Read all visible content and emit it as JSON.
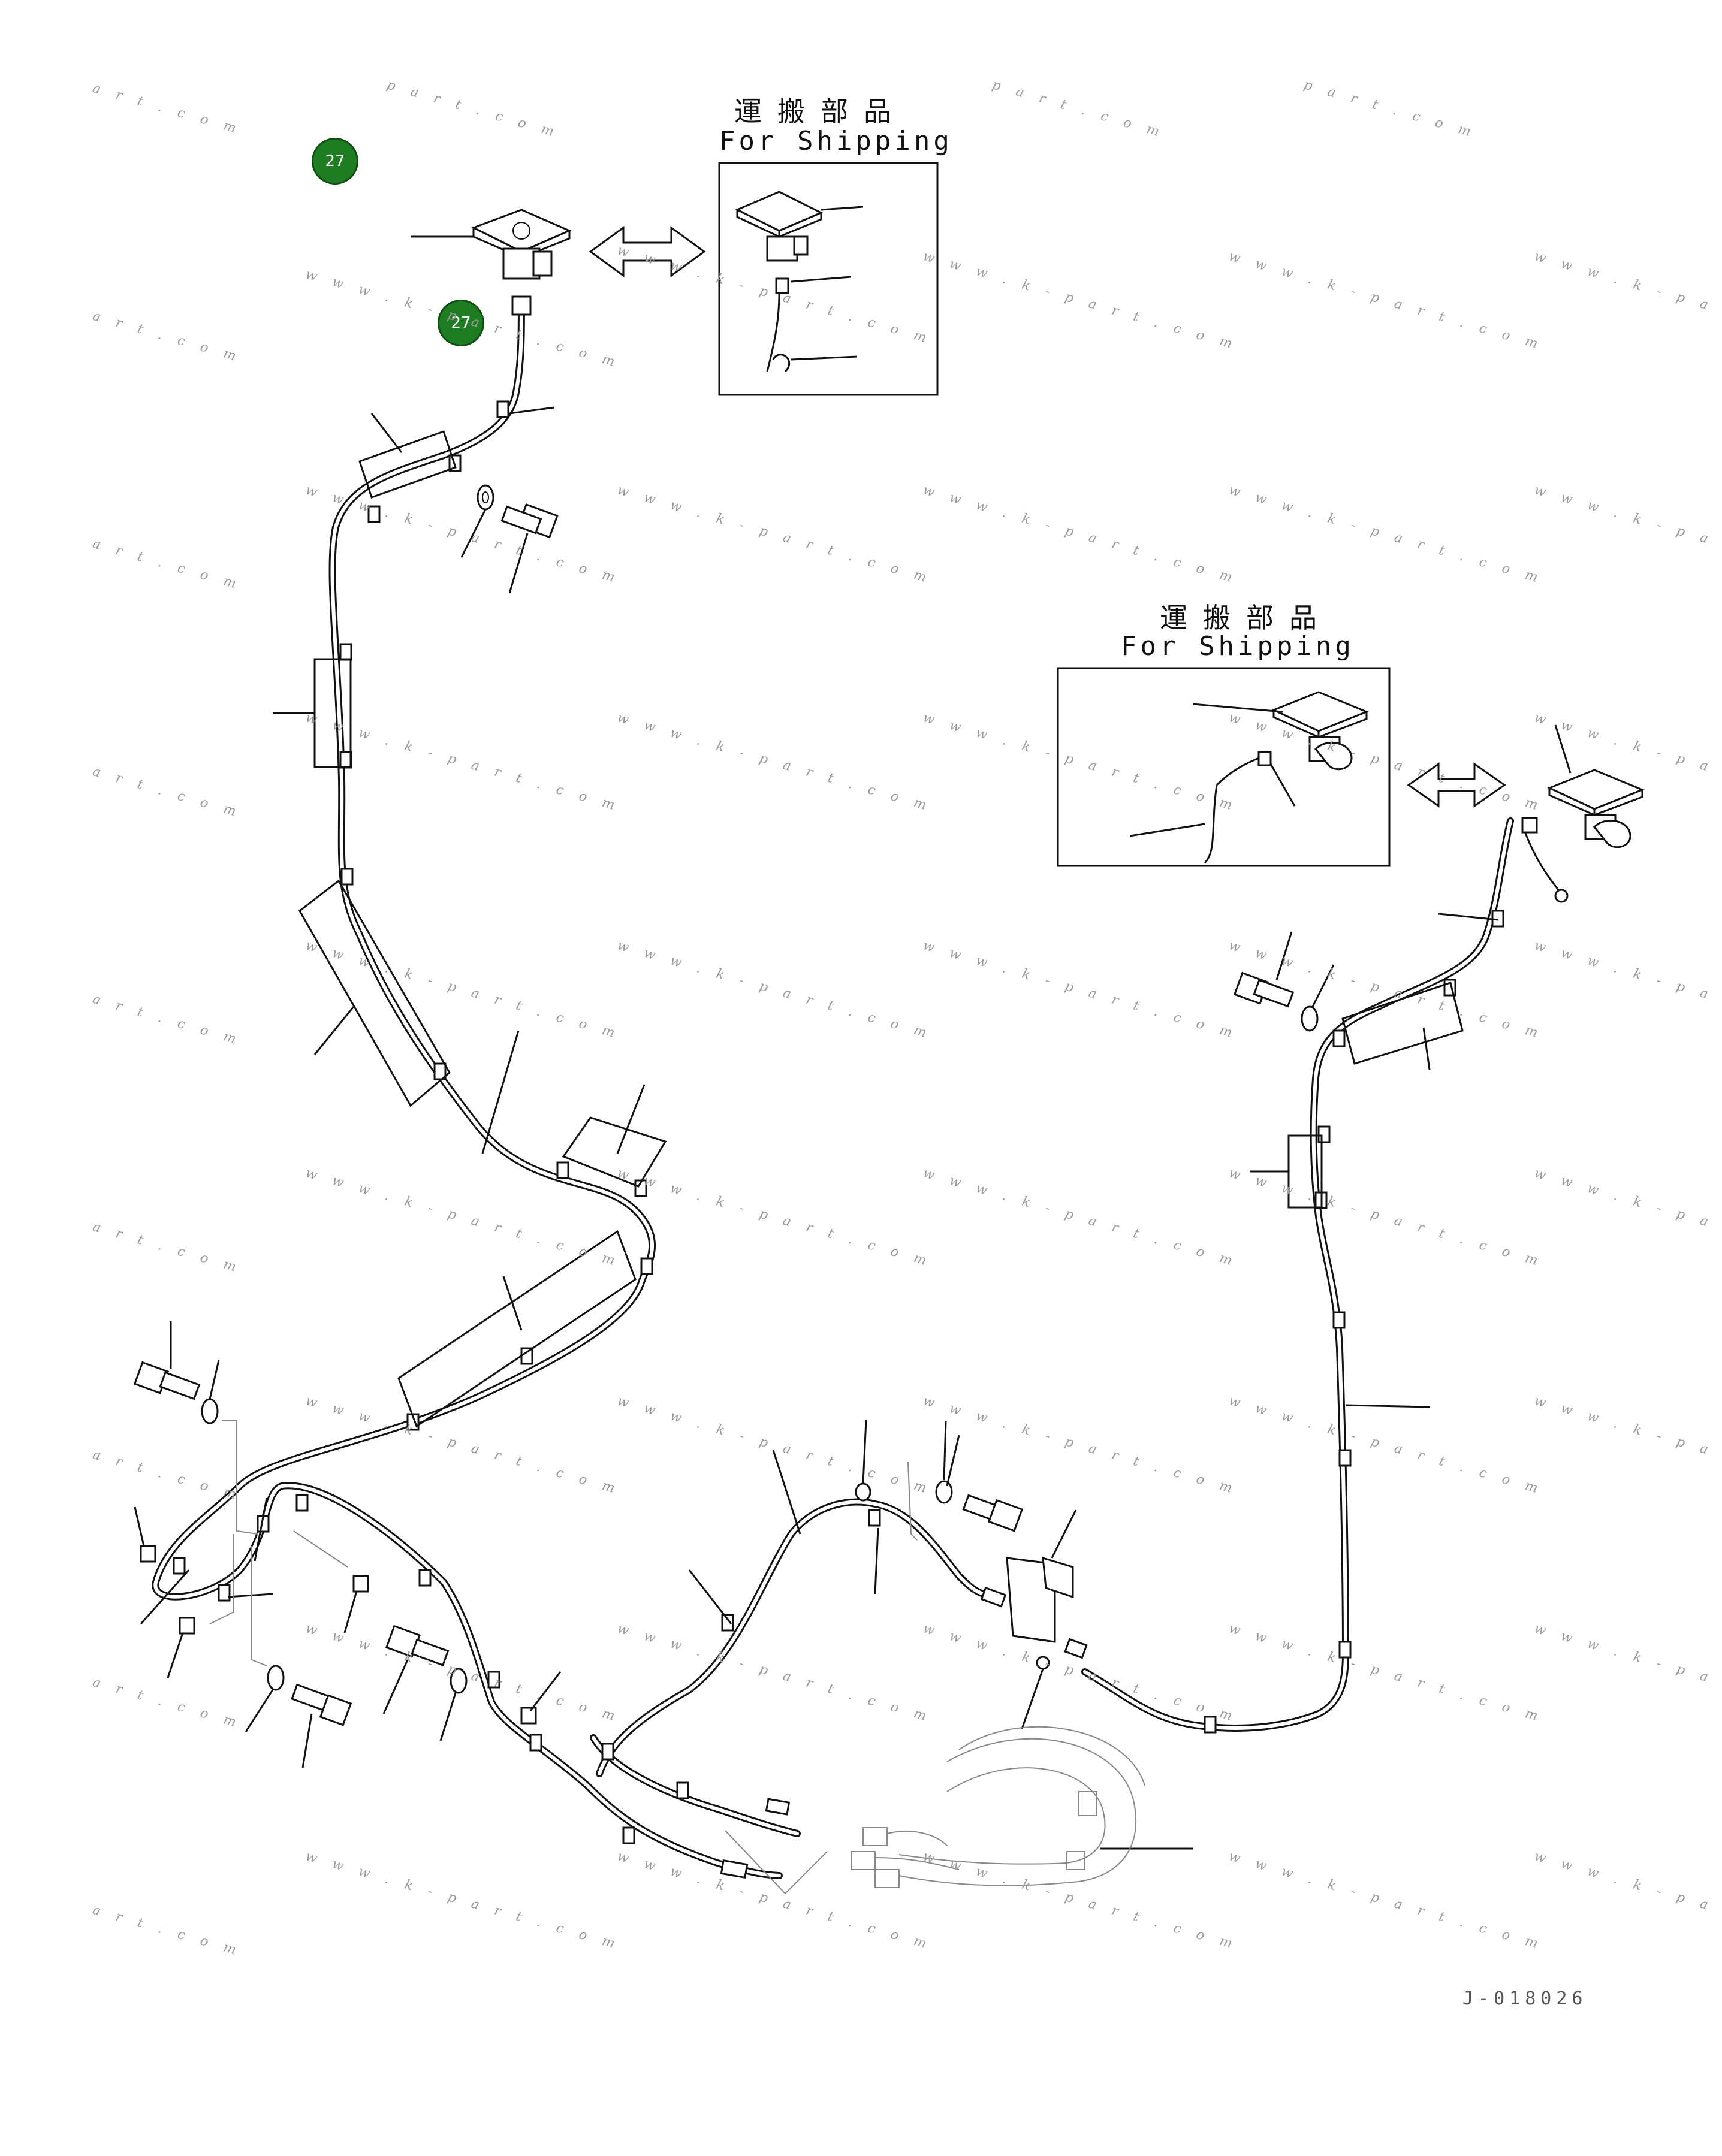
{
  "shipping_labels": [
    {
      "jp": "運搬部品",
      "en": "For Shipping"
    },
    {
      "jp": "運搬部品",
      "en": "For Shipping"
    }
  ],
  "callouts": [
    {
      "label": "27"
    },
    {
      "label": "27"
    }
  ],
  "drawing_id": "J-018026",
  "watermark": {
    "text_a": "w w w . k - p a r t . c o m",
    "text_b": "p a r t . c o m",
    "text_c": "a r t . c o m"
  }
}
